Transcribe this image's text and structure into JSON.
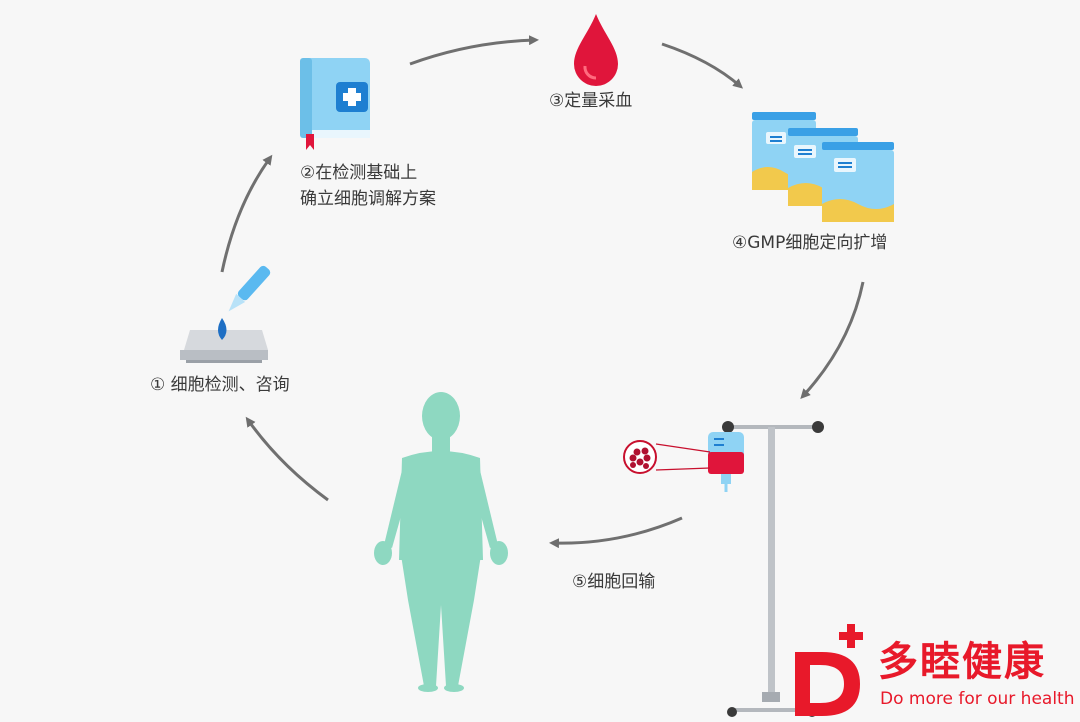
{
  "steps": {
    "step1": "① 细胞检测、咨询",
    "step2_line1": "②在检测基础上",
    "step2_line2": "确立细胞调解方案",
    "step3": "③定量采血",
    "step4": "④GMP细胞定向扩增",
    "step5": "⑤细胞回输"
  },
  "brand": {
    "name": "多睦健康",
    "slogan": "Do more for our health"
  },
  "colors": {
    "background": "#f7f7f7",
    "arrow": "#707070",
    "blood": "#e0153b",
    "book": "#8fd3f4",
    "book_cross": "#1e7fd1",
    "body": "#8ed8c1",
    "brand": "#e8192a",
    "jar": "#8fd3f4",
    "jar_lid": "#3aa0e6",
    "jar_content": "#f2c94c"
  },
  "icons": {
    "step1": "test-slide-pipette-icon",
    "step2": "medical-book-icon",
    "step3": "blood-drop-icon",
    "step4": "culture-jars-icon",
    "step5": "iv-drip-stand-icon",
    "patient": "human-body-icon"
  }
}
